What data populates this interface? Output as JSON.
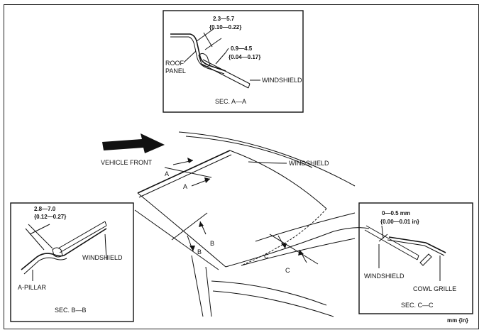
{
  "diagram": {
    "main": {
      "vehicle_front": "VEHICLE FRONT",
      "windshield": "WINDSHIELD",
      "marker_a": "A",
      "marker_b": "B",
      "marker_c": "C"
    },
    "section_aa": {
      "dim1": "2.3—5.7",
      "dim1_in": "{0.10—0.22}",
      "dim2": "0.9—4.5",
      "dim2_in": "{0.04—0.17}",
      "roof": "ROOF",
      "panel": "PANEL",
      "windshield": "WINDSHIELD",
      "title": "SEC. A—A"
    },
    "section_bb": {
      "dim": "2.8—7.0",
      "dim_in": "{0.12—0.27}",
      "windshield": "WINDSHIELD",
      "pillar": "A-PILLAR",
      "title": "SEC. B—B"
    },
    "section_cc": {
      "dim": "0—0.5 mm",
      "dim_in": "{0.00—0.01 in}",
      "windshield": "WINDSHIELD",
      "cowl": "COWL GRILLE",
      "title": "SEC. C—C"
    },
    "units": "mm {in}"
  }
}
